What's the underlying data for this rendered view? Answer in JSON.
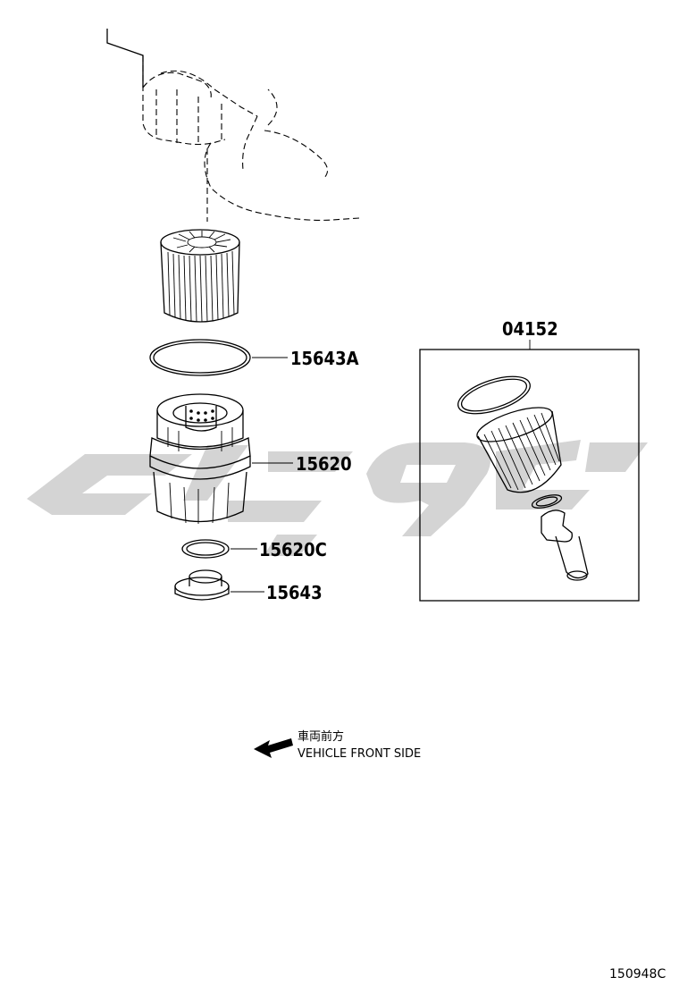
{
  "diagram": {
    "parts": [
      {
        "id": "15643A",
        "label": "15643A"
      },
      {
        "id": "15620",
        "label": "15620"
      },
      {
        "id": "15620C",
        "label": "15620C"
      },
      {
        "id": "15643",
        "label": "15643"
      },
      {
        "id": "04152",
        "label": "04152"
      }
    ],
    "direction_note_jp": "車両前方",
    "direction_note_en": "VEHICLE FRONT SIDE",
    "figure_code": "150948C"
  }
}
